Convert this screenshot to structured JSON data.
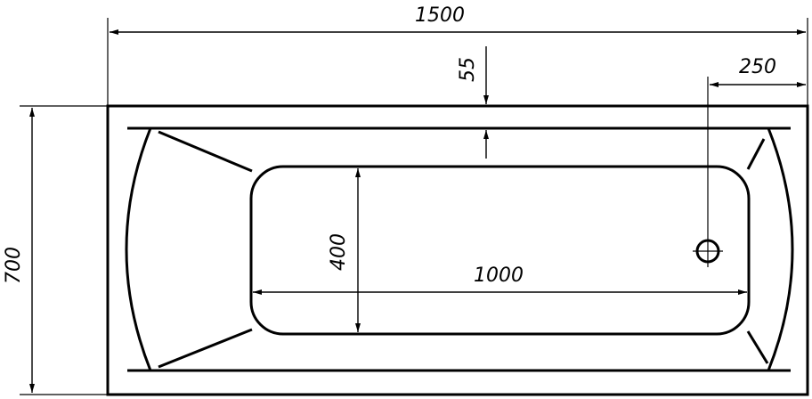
{
  "dimensions": {
    "overall_length": "1500",
    "overall_width": "700",
    "rim_width": "55",
    "drain_offset": "250",
    "basin_width": "400",
    "basin_length": "1000"
  },
  "colors": {
    "line": "#000000",
    "background": "#ffffff"
  }
}
